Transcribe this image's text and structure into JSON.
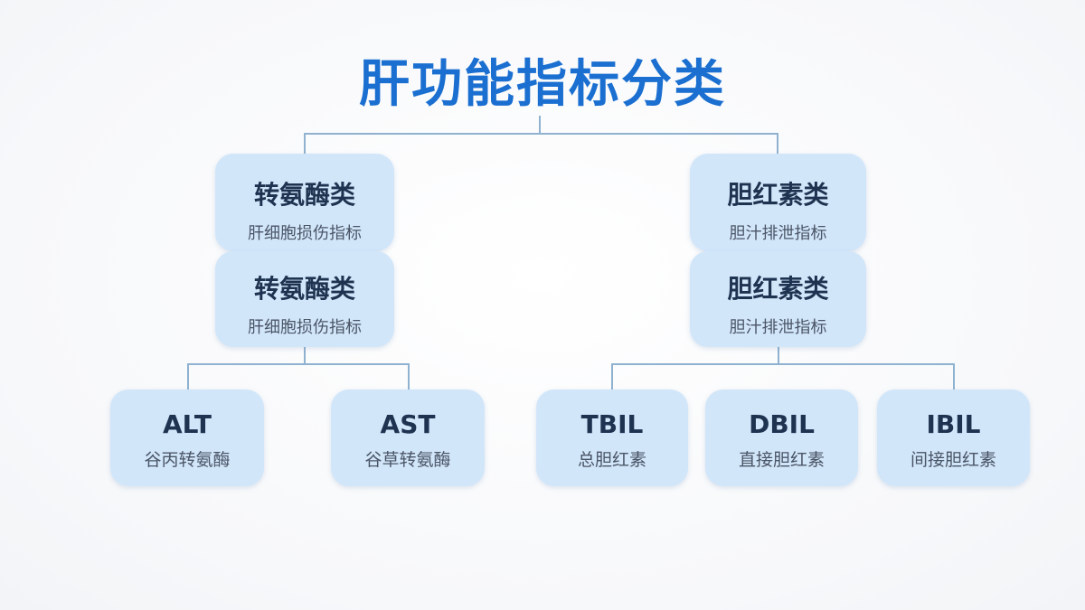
{
  "title": "肝功能指标分类",
  "categories": [
    {
      "name": "转氨酶类",
      "desc": "肝细胞损伤指标",
      "items": [
        {
          "code": "ALT",
          "name": "谷丙转氨酶"
        },
        {
          "code": "AST",
          "name": "谷草转氨酶"
        }
      ]
    },
    {
      "name": "胆红素类",
      "desc": "胆汁排泄指标",
      "items": [
        {
          "code": "TBIL",
          "name": "总胆红素"
        },
        {
          "code": "DBIL",
          "name": "直接胆红素"
        },
        {
          "code": "IBIL",
          "name": "间接胆红素"
        }
      ]
    }
  ],
  "colors": {
    "title": "#1a6fd0",
    "node_fill": "#d2e6fa",
    "connector": "#8fb2d0",
    "node_text": "#1e3350"
  }
}
